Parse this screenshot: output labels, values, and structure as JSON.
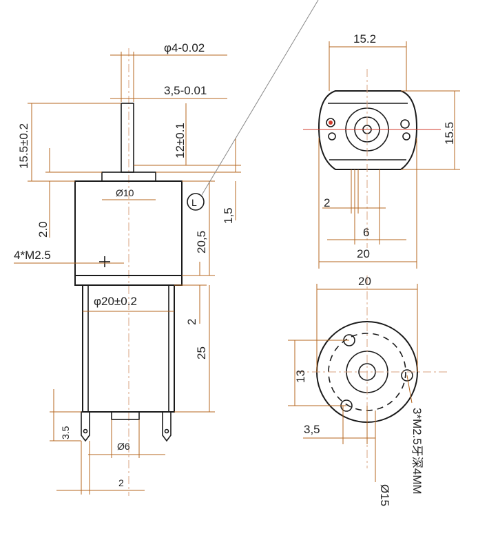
{
  "colors": {
    "dimension_line": "#b5651d",
    "outline": "#1a1a1a",
    "centerline": "#d9a380",
    "marker": "#d23a2a"
  },
  "side_view": {
    "shaft_diameter": "φ4-0.02",
    "flat_width": "3,5-0.01",
    "shaft_length": "15.5±0.2",
    "flat_length": "12±0.1",
    "boss_diameter": "Ø10",
    "boss_height": "2.0",
    "boss_step": "1,5",
    "gearbox_length": "20,5",
    "mount_thread": "4*M2.5",
    "body_diameter": "φ20±0.2",
    "flange_thickness": "2",
    "motor_length": "25",
    "terminal_length": "3.5",
    "end_boss_diameter": "Ø6",
    "terminal_width": "2",
    "label_symbol": "L"
  },
  "motor_end_view": {
    "width": "15.2",
    "height": "15.5",
    "terminal_offset": "2",
    "center_boss": "6",
    "overall_width": "20"
  },
  "gearbox_end_view": {
    "outer_diameter": "20",
    "hole_spacing": "13",
    "hole_offset": "3,5",
    "pitch_diameter": "Ø15",
    "thread_note": "3*M2.5牙深4MM"
  }
}
